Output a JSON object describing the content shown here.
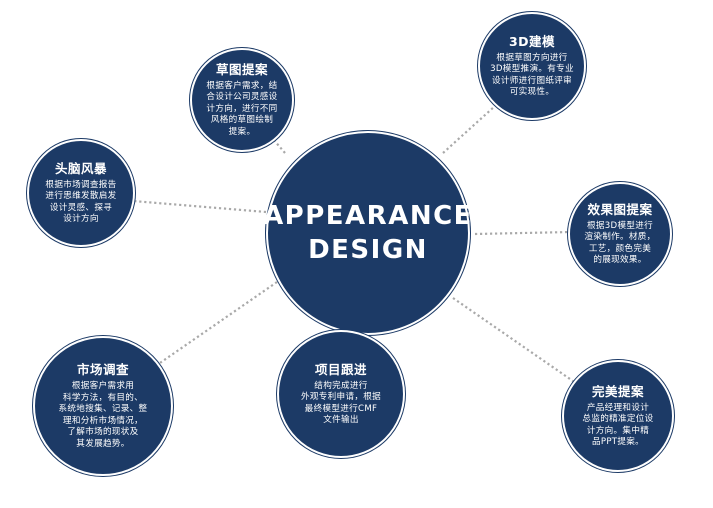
{
  "center": {
    "line1": "APPEARANCE",
    "line2": "DESIGN"
  },
  "nodes": {
    "sketch": {
      "title": "草图提案",
      "lines": [
        "根据客户需求，结",
        "合设计公司灵感设",
        "计方向，进行不同",
        "风格的草图绘制",
        "提案。"
      ]
    },
    "modeling": {
      "title": "3D建模",
      "lines": [
        "根据草图方向进行",
        "3D模型推演。有专业",
        "设计师进行图纸评审",
        "可实现性。"
      ]
    },
    "brainstorm": {
      "title": "头脑风暴",
      "lines": [
        "根据市场调查报告",
        "进行思维发散启发",
        "设计灵感、探寻",
        "设计方向"
      ]
    },
    "rendering": {
      "title": "效果图提案",
      "lines": [
        "根据3D模型进行",
        "渲染制作。材质，",
        "工艺，颜色完美",
        "的展现效果。"
      ]
    },
    "market": {
      "title": "市场调查",
      "lines": [
        "根据客户需求用",
        "科学方法，有目的、",
        "系统地搜集、记录、整",
        "理和分析市场情况，",
        "了解市场的现状及",
        "其发展趋势。"
      ]
    },
    "follow": {
      "title": "项目跟进",
      "lines": [
        "结构完成进行",
        "外观专利申请，根据",
        "最终模型进行CMF",
        "文件输出"
      ]
    },
    "final": {
      "title": "完美提案",
      "lines": [
        "产品经理和设计",
        "总监的精准定位设",
        "计方向。集中精",
        "品PPT提案。"
      ]
    }
  },
  "colors": {
    "node_fill": "#1c3a66",
    "connector": "#a9a9a9",
    "text": "#ffffff"
  }
}
